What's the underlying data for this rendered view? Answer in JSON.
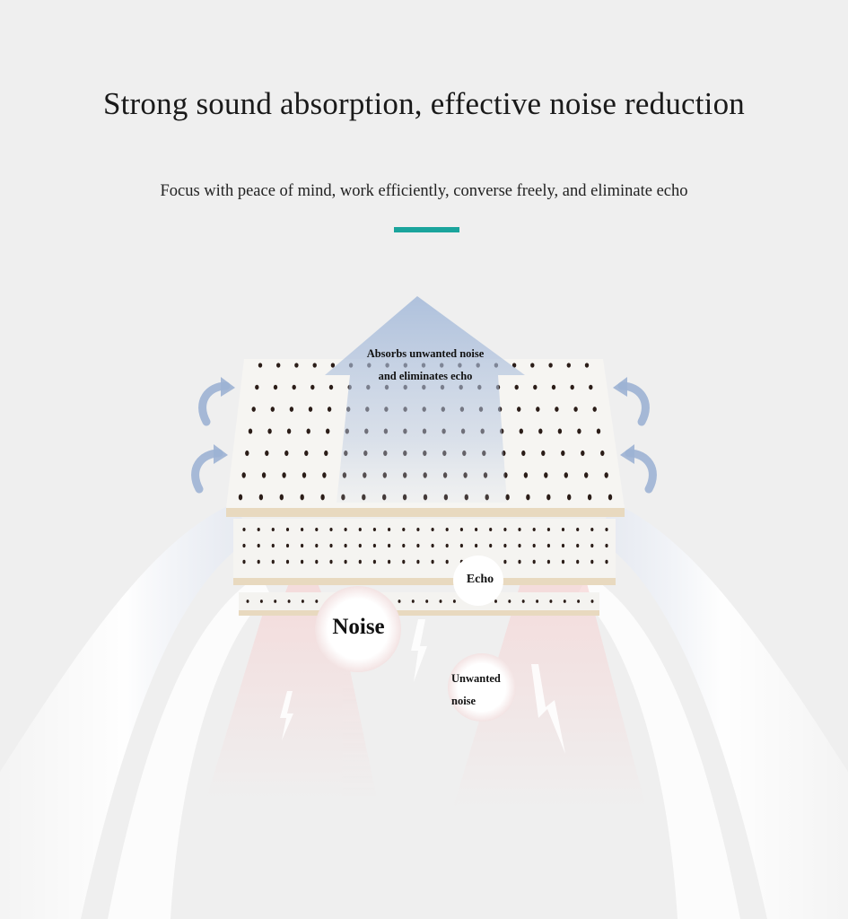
{
  "header": {
    "title": "Strong sound absorption, effective noise reduction",
    "subtitle": "Focus with peace of mind, work efficiently, converse freely, and eliminate echo"
  },
  "labels": {
    "absorbs_line1": "Absorbs unwanted noise",
    "absorbs_line2": "and eliminates echo",
    "echo": "Echo",
    "noise": "Noise",
    "unwanted_line1": "Unwanted",
    "unwanted_line2": "noise"
  },
  "colors": {
    "accent": "#1aa49c",
    "background": "#efefef",
    "panel_face": "#f6f5f2",
    "panel_edge": "#e8d9bf",
    "hole": "#2b1d18",
    "absorb_arrow": "#a9bddb",
    "noise_arrow": "#f2cccc"
  },
  "icons": [
    "curved-arrow-icon",
    "lightning-icon"
  ]
}
